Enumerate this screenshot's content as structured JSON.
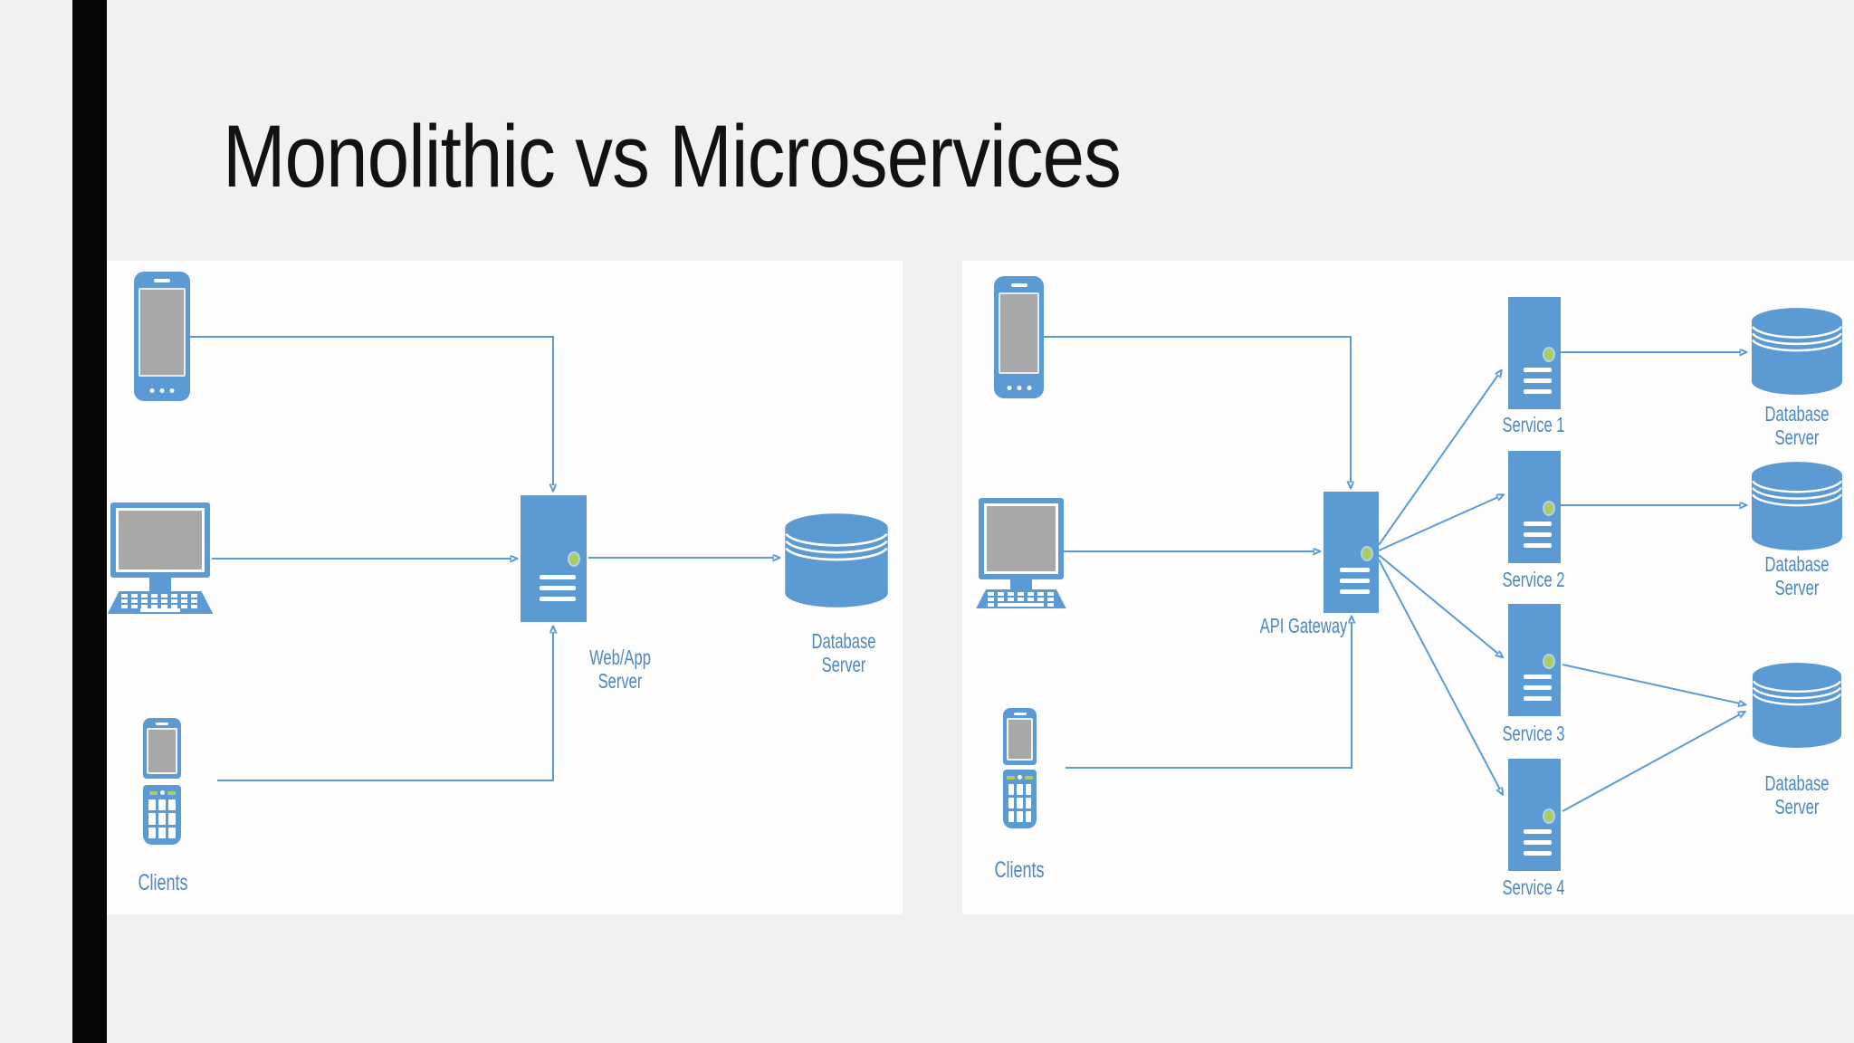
{
  "title": "Monolithic vs Microservices",
  "colors": {
    "accent_blue": "#5b9ad3",
    "label_blue": "#4d86c4",
    "status_dot_green": "#a9ce5e",
    "screen_gray": "#a8a8a8",
    "edge_bar_black": "#060606"
  },
  "left_diagram": {
    "clients_label": "Clients",
    "server_label": [
      "Web/App",
      "Server"
    ],
    "database_label": [
      "Database",
      "Server"
    ]
  },
  "right_diagram": {
    "clients_label": "Clients",
    "gateway_label": "API Gateway",
    "services": [
      {
        "label": "Service 1"
      },
      {
        "label": "Service 2"
      },
      {
        "label": "Service 3"
      },
      {
        "label": "Service 4"
      }
    ],
    "databases": [
      {
        "label": [
          "Database",
          "Server"
        ]
      },
      {
        "label": [
          "Database",
          "Server"
        ]
      },
      {
        "label": [
          "Database",
          "Server"
        ]
      }
    ]
  }
}
